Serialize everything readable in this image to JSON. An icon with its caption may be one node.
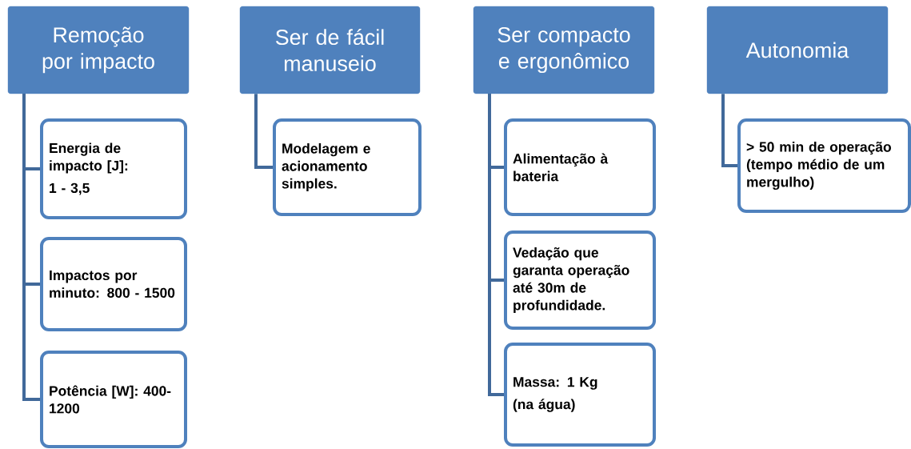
{
  "diagram": {
    "nodes": [
      {
        "text": [
          "Remoção por impacto"
        ]
      },
      {
        "text": [
          "Energia de impacto [J]:",
          "1 - 3,5"
        ]
      },
      {
        "text": [
          "Impactos por minuto: 800 - 1500"
        ]
      },
      {
        "text": [
          "Potência [W]: 400-1200"
        ]
      },
      {
        "text": [
          "Ser de fácil manuseio"
        ]
      },
      {
        "text": [
          "Modelagem e acionamento simples."
        ]
      },
      {
        "text": [
          "Ser compacto e ergonômico"
        ]
      },
      {
        "text": [
          "Alimentação à bateria"
        ]
      },
      {
        "text": [
          "Vedação que garanta operação até 30m de profundidade."
        ]
      },
      {
        "text": [
          "Massa: 1 Kg",
          "(na água)"
        ]
      },
      {
        "text": [
          "Autonomia"
        ]
      },
      {
        "text": [
          "> 50 min de operação (tempo médio de um mergulho)"
        ]
      }
    ],
    "edges": [
      {
        "from": 0,
        "to": 1,
        "arrow": "none"
      },
      {
        "from": 0,
        "to": 2,
        "arrow": "none"
      },
      {
        "from": 0,
        "to": 3,
        "arrow": "none"
      },
      {
        "from": 4,
        "to": 5,
        "arrow": "none"
      },
      {
        "from": 6,
        "to": 7,
        "arrow": "none"
      },
      {
        "from": 6,
        "to": 8,
        "arrow": "none"
      },
      {
        "from": 6,
        "to": 9,
        "arrow": "none"
      },
      {
        "from": 10,
        "to": 11,
        "arrow": "none"
      }
    ]
  }
}
